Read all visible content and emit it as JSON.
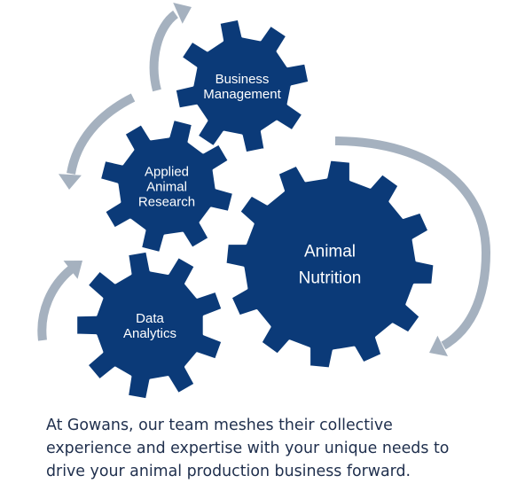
{
  "colors": {
    "gear": "#0b3a78",
    "arrow": "#a5b1bf",
    "label": "#ffffff",
    "caption": "#1f2f4d"
  },
  "gears": [
    {
      "id": "business-management",
      "lines": [
        "Business",
        "Management"
      ]
    },
    {
      "id": "applied-animal-research",
      "lines": [
        "Applied",
        "Animal",
        "Research"
      ]
    },
    {
      "id": "animal-nutrition",
      "lines": [
        "Animal",
        "Nutrition"
      ]
    },
    {
      "id": "data-analytics",
      "lines": [
        "Data",
        "Analytics"
      ]
    }
  ],
  "caption": {
    "lines": [
      "At Gowans, our team meshes their collective",
      "experience and expertise with your unique needs to",
      "drive your animal production business forward."
    ]
  }
}
